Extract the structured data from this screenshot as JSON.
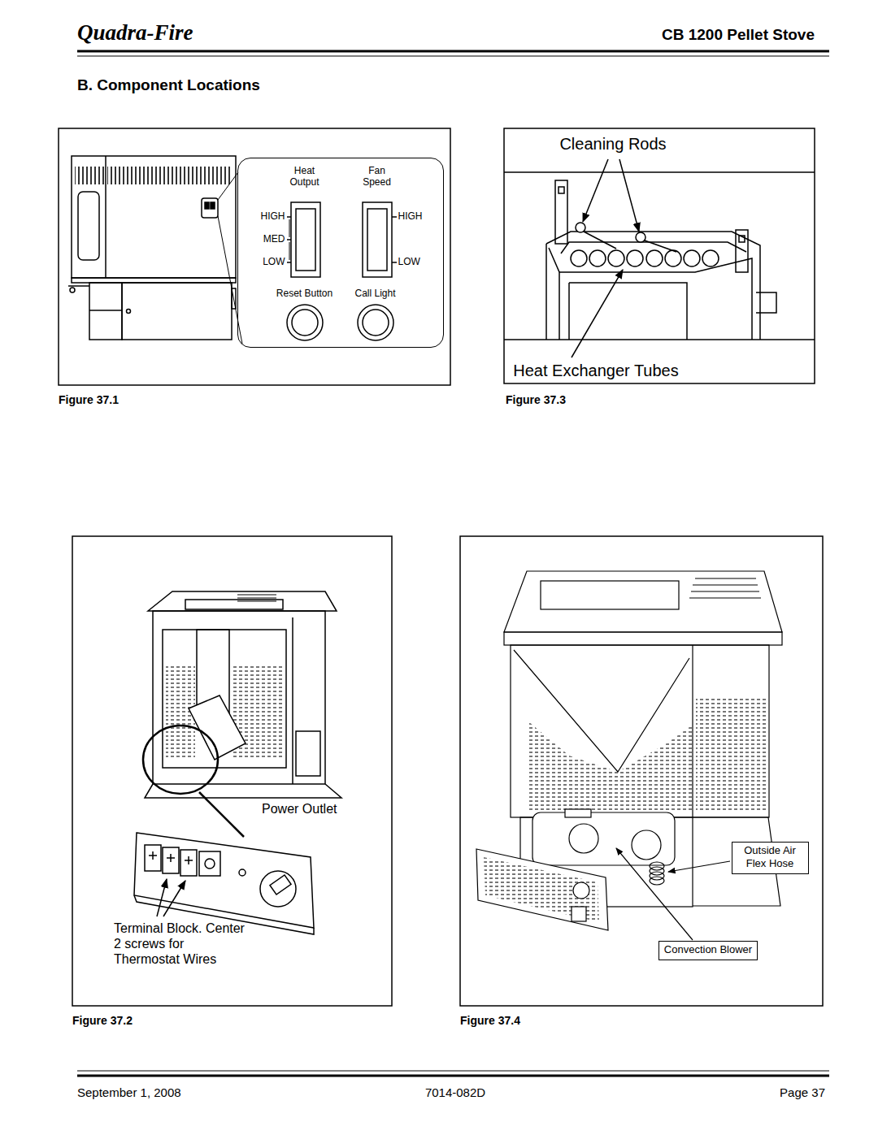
{
  "diagram": {
    "title": "B. Component Locations",
    "nodes": [
      {
        "text": [
          "Heat Output",
          "Fan Speed",
          "HIGH",
          "MED",
          "LOW",
          "HIGH",
          "LOW",
          "Reset Button",
          "Call Light"
        ]
      },
      {
        "text": [
          "Outside Air Flex Hose"
        ]
      },
      {
        "text": [
          "Convection Blower"
        ]
      }
    ],
    "labels": [
      "Quadra-Fire",
      "CB 1200 Pellet Stove",
      "Cleaning Rods",
      "Heat Exchanger Tubes",
      "Figure 37.1",
      "Figure 37.3",
      "Power Outlet",
      "Terminal Block. Center 2 screws for Thermostat Wires",
      "Figure 37.2",
      "Figure 37.4",
      "September 1, 2008",
      "7014-082D",
      "Page 37"
    ]
  }
}
